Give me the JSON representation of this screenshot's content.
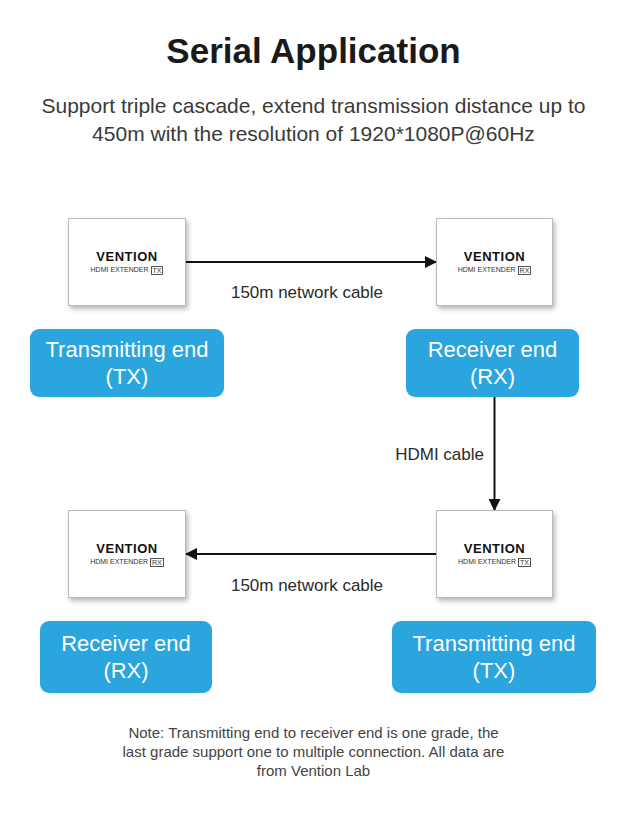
{
  "diagram": {
    "title": "Serial Application",
    "nodes": [
      {
        "text": [
          "VENTION",
          "HDMI EXTENDER",
          "TX"
        ]
      },
      {
        "text": [
          "VENTION",
          "HDMI EXTENDER",
          "RX"
        ]
      },
      {
        "text": [
          "Transmitting end (TX)"
        ]
      },
      {
        "text": [
          "Receiver end (RX)"
        ]
      },
      {
        "text": [
          "VENTION",
          "HDMI EXTENDER",
          "RX"
        ]
      },
      {
        "text": [
          "VENTION",
          "HDMI EXTENDER",
          "TX"
        ]
      },
      {
        "text": [
          "Receiver end (RX)"
        ]
      },
      {
        "text": [
          "Transmitting end (TX)"
        ]
      }
    ],
    "edges": [
      {
        "from": 0,
        "to": 1,
        "label": "150m network cable",
        "arrow": "to"
      },
      {
        "from": 3,
        "to": 5,
        "label": "HDMI cable",
        "arrow": "to"
      },
      {
        "from": 5,
        "to": 4,
        "label": "150m network cable",
        "arrow": "to"
      }
    ],
    "labels": [
      "Support triple cascade, extend transmission distance up to 450m with the resolution of 1920*1080P@60Hz",
      "Note: Transmitting end to receiver end is one grade, the last grade support one to multiple connection. All data are from Vention Lab"
    ]
  }
}
